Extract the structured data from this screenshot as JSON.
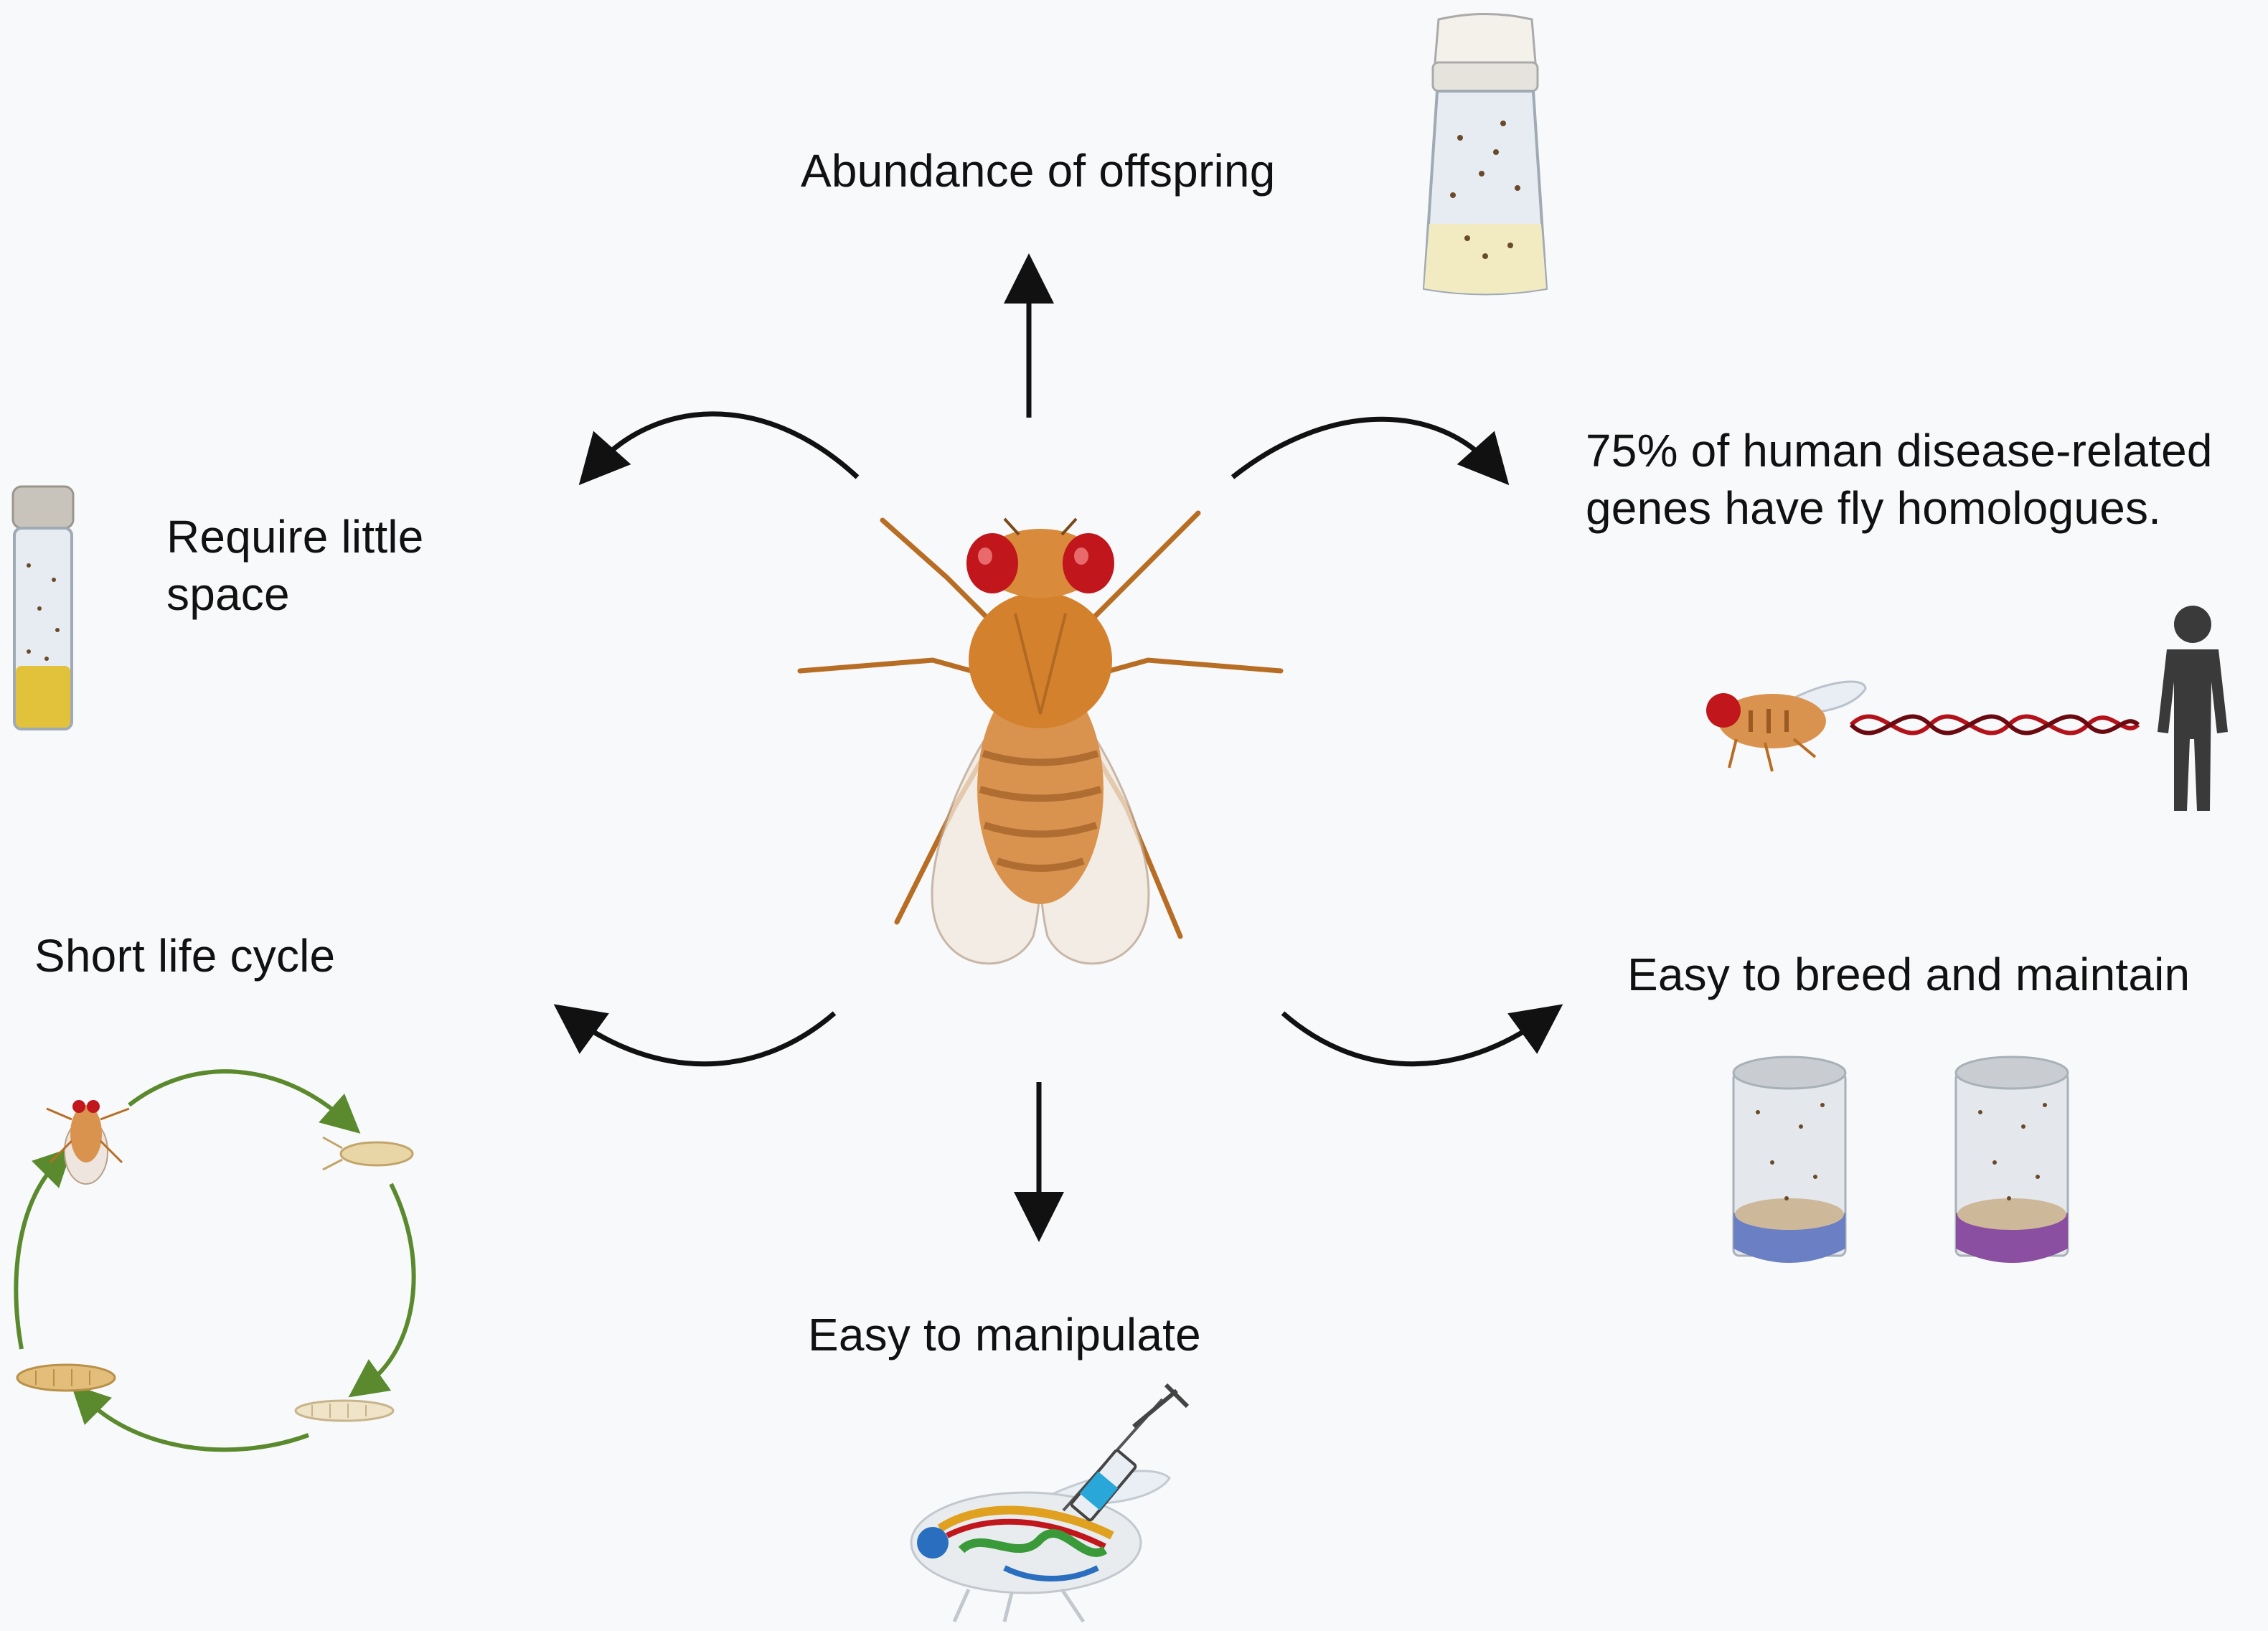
{
  "labels": {
    "abundance": "Abundance of offspring",
    "space_line1": "Require little",
    "space_line2": "space",
    "homolog_line1": "75% of human disease-related",
    "homolog_line2": "genes have fly homologues.",
    "life_cycle": "Short life cycle",
    "breed": "Easy to breed and maintain",
    "manipulate": "Easy to manipulate"
  },
  "icons": {
    "center": "fruit-fly-icon",
    "abundance": "fly-culture-bottle-icon",
    "space": "fly-vial-icon",
    "homolog": "fly-dna-human-icon",
    "life_cycle": "life-cycle-diagram-icon",
    "breed": "fly-cage-jars-icon",
    "manipulate": "injected-fly-icon"
  },
  "colors": {
    "background": "#f8f9fb",
    "text": "#111111",
    "arrow": "#111111",
    "cycle_arrow": "#5b8a2e",
    "fly_body": "#d98a3a",
    "fly_eye": "#c0161c",
    "dna": "#b3121a",
    "human": "#3a3a3a",
    "jar_blue": "#6b7fc4",
    "jar_purple": "#8a4fa0"
  }
}
